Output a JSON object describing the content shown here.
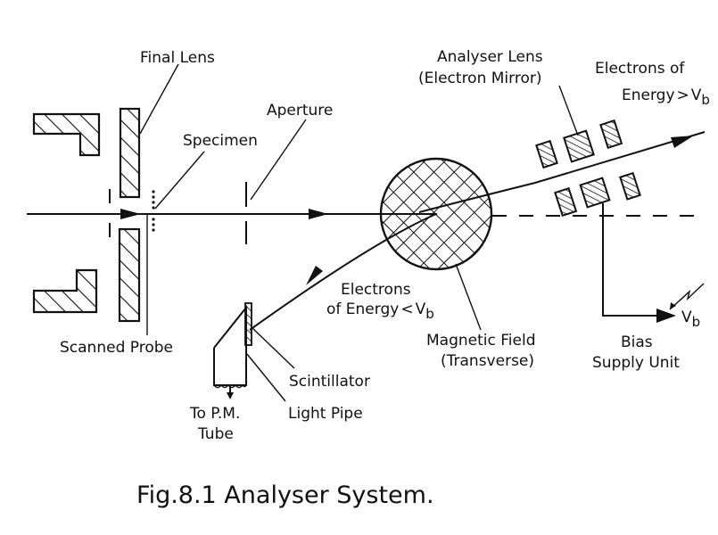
{
  "title": "Analyser System",
  "caption": "Fig.8.1 Analyser System.",
  "labels": {
    "final_lens": "Final Lens",
    "specimen": "Specimen",
    "aperture": "Aperture",
    "scanned_probe": "Scanned Probe",
    "analyser_lens_1": "Analyser Lens",
    "analyser_lens_2": "(Electron Mirror)",
    "electrons_high_1": "Electrons of",
    "electrons_high_2": "Energy",
    "electrons_high_sym": ">",
    "electrons_low_1": "Electrons",
    "electrons_low_2": "of Energy",
    "electrons_low_sym": "<",
    "vb_main": "V",
    "vb_sub": "b",
    "magnetic_field_1": "Magnetic Field",
    "magnetic_field_2": "(Transverse)",
    "bias_1": "Bias",
    "bias_2": "Supply Unit",
    "scintillator": "Scintillator",
    "light_pipe": "Light Pipe",
    "pm_tube_1": "To P.M.",
    "pm_tube_2": "Tube"
  },
  "components": [
    "Final Lens",
    "Specimen",
    "Aperture",
    "Magnetic Field (Transverse)",
    "Analyser Lens (Electron Mirror)",
    "Scintillator",
    "Light Pipe",
    "Bias Supply Unit",
    "P.M. Tube"
  ]
}
